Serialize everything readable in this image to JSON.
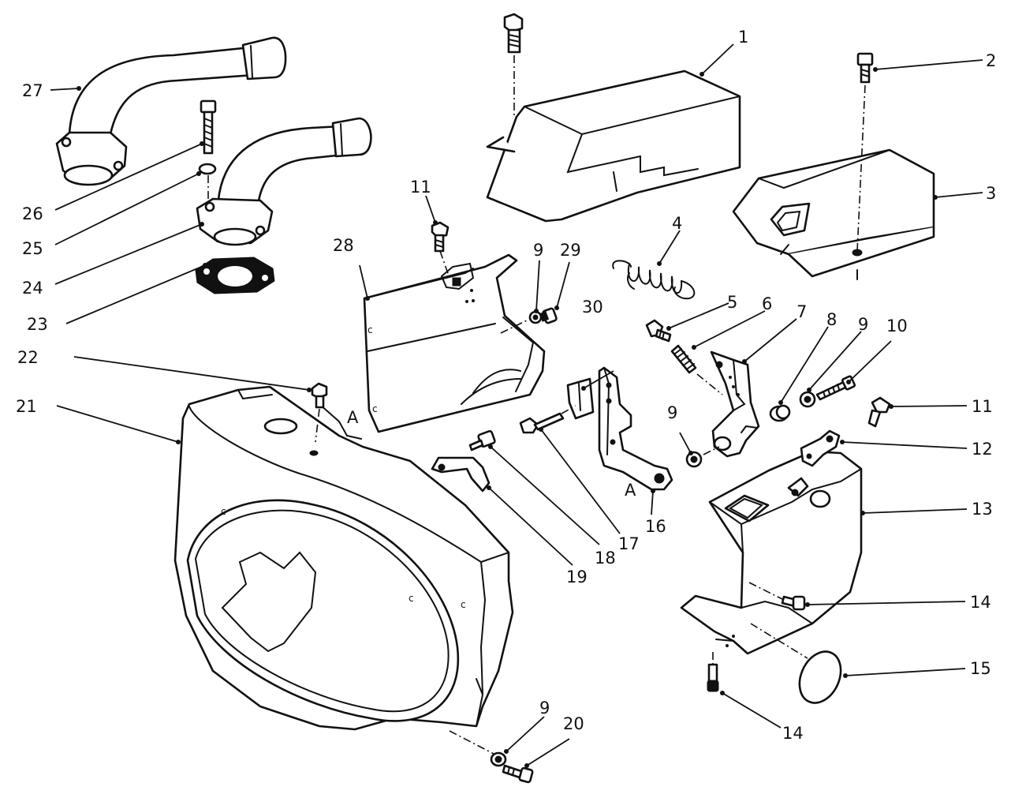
{
  "callouts": {
    "c1": "1",
    "c2": "2",
    "c3": "3",
    "c4": "4",
    "c5": "5",
    "c6": "6",
    "c7": "7",
    "c8": "8",
    "c9a": "9",
    "c9b": "9",
    "c9c": "9",
    "c9d": "9",
    "c10": "10",
    "c11a": "11",
    "c11b": "11",
    "c12": "12",
    "c13": "13",
    "c14a": "14",
    "c14b": "14",
    "c15": "15",
    "c16": "16",
    "c17": "17",
    "c18": "18",
    "c19": "19",
    "c20": "20",
    "c21": "21",
    "c22": "22",
    "c23": "23",
    "c24": "24",
    "c25": "25",
    "c26": "26",
    "c27": "27",
    "c28": "28",
    "c29": "29",
    "c30": "30"
  },
  "reference_marks": {
    "a1": "A",
    "a2": "A"
  },
  "hole_marks": {
    "h1": "c",
    "h2": "c",
    "h3": "c",
    "h4": "c",
    "h5": "c"
  }
}
